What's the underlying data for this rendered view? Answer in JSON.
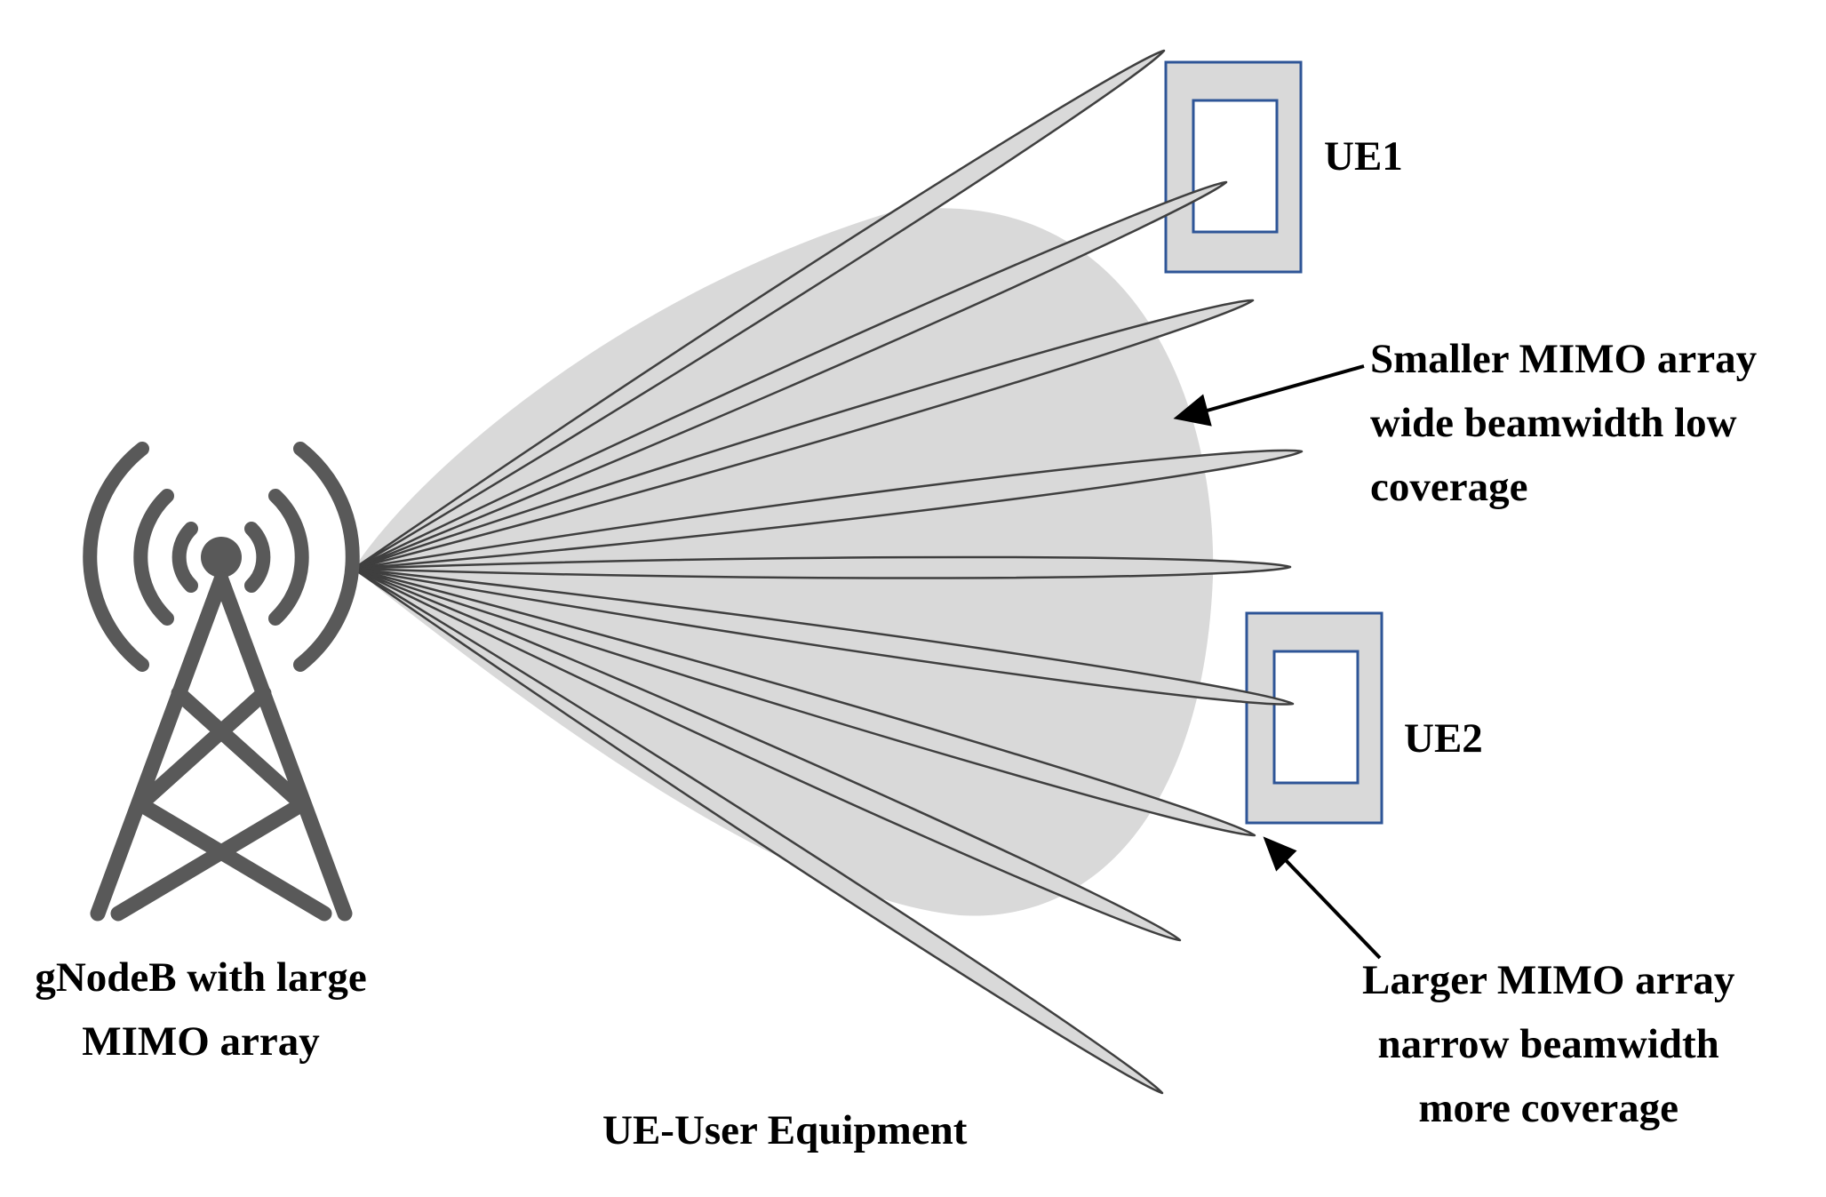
{
  "labels": {
    "ue1": "UE1",
    "ue2": "UE2",
    "small_array": [
      "Smaller MIMO array",
      "wide beamwidth low",
      "coverage"
    ],
    "large_array": [
      "Larger MIMO array",
      "narrow beamwidth",
      "more coverage"
    ],
    "gnodeb": [
      "gNodeB with large",
      "MIMO array"
    ],
    "legend": "UE-User Equipment"
  },
  "icons": {
    "base_station": "cell-tower-icon",
    "user_equipment": "mobile-device-icon"
  },
  "colors": {
    "tower": "#595959",
    "beam_fill": "#d9d9d9",
    "beam_stroke": "#3f3f3f",
    "ue_frame_fill": "#d9d9d9",
    "ue_border": "#2e5597",
    "text": "#000000"
  }
}
